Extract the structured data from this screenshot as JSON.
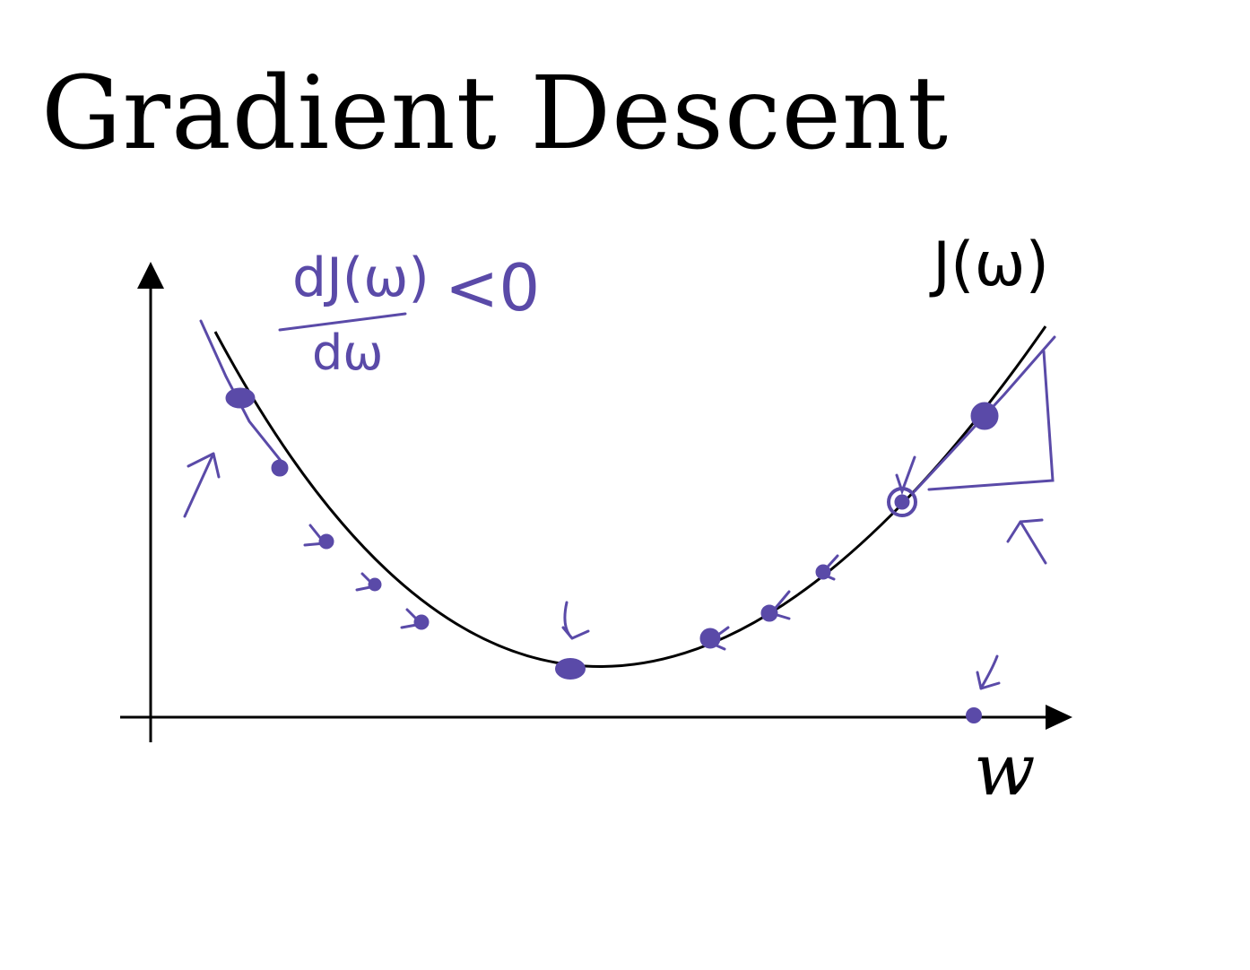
{
  "slide": {
    "title": "Gradient Descent"
  },
  "diagram": {
    "function_label": "J(ω)",
    "x_axis_label": "w",
    "derivative_annotation": {
      "numerator": "dJ(ω)",
      "denominator": "dω",
      "relation": "<0"
    },
    "colors": {
      "curve": "#000000",
      "axes": "#000000",
      "pen": "#5a4aa8",
      "background": "#ffffff"
    },
    "icons": [
      "arrow-up-icon",
      "arrow-down-left-icon"
    ]
  }
}
